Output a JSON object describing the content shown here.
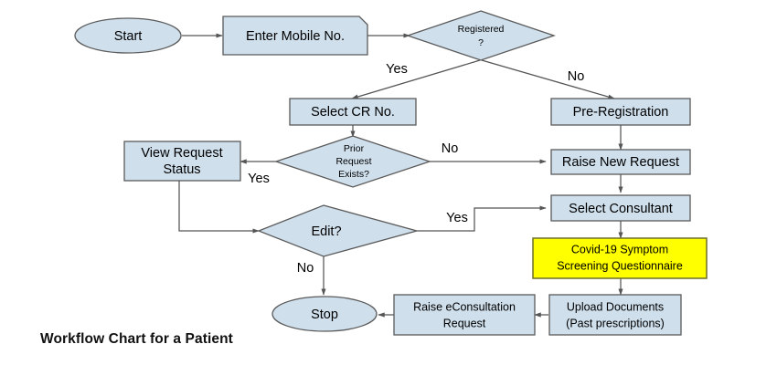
{
  "chart_data": {
    "type": "diagram",
    "title": "Workflow Chart for a Patient",
    "diagram_kind": "flowchart",
    "nodes": [
      {
        "id": "start",
        "label": "Start",
        "shape": "ellipse",
        "fill": "#cfdfec"
      },
      {
        "id": "enter_mobile",
        "label": "Enter Mobile No.",
        "shape": "note",
        "fill": "#cfdfec"
      },
      {
        "id": "registered",
        "label": "Registered\n?",
        "shape": "diamond",
        "fill": "#cfdfec"
      },
      {
        "id": "select_cr",
        "label": "Select CR No.",
        "shape": "rect",
        "fill": "#cfdfec"
      },
      {
        "id": "prereg",
        "label": "Pre-Registration",
        "shape": "rect",
        "fill": "#cfdfec"
      },
      {
        "id": "prior_req",
        "label": "Prior\nRequest\nExists?",
        "shape": "diamond",
        "fill": "#cfdfec"
      },
      {
        "id": "view_status",
        "label": "View Request\nStatus",
        "shape": "rect",
        "fill": "#cfdfec"
      },
      {
        "id": "raise_new",
        "label": "Raise New Request",
        "shape": "rect",
        "fill": "#cfdfec"
      },
      {
        "id": "edit",
        "label": "Edit?",
        "shape": "diamond",
        "fill": "#cfdfec"
      },
      {
        "id": "select_cons",
        "label": "Select Consultant",
        "shape": "rect",
        "fill": "#cfdfec"
      },
      {
        "id": "covid",
        "label": "Covid-19 Symptom\nScreening Questionnaire",
        "shape": "rect",
        "fill": "#ffff00"
      },
      {
        "id": "upload",
        "label": "Upload Documents\n(Past prescriptions)",
        "shape": "rect",
        "fill": "#cfdfec"
      },
      {
        "id": "raise_econs",
        "label": "Raise eConsultation\nRequest",
        "shape": "rect",
        "fill": "#cfdfec"
      },
      {
        "id": "stop",
        "label": "Stop",
        "shape": "ellipse",
        "fill": "#cfdfec"
      }
    ],
    "edges": [
      {
        "from": "start",
        "to": "enter_mobile",
        "label": ""
      },
      {
        "from": "enter_mobile",
        "to": "registered",
        "label": ""
      },
      {
        "from": "registered",
        "to": "select_cr",
        "label": "Yes"
      },
      {
        "from": "registered",
        "to": "prereg",
        "label": "No"
      },
      {
        "from": "select_cr",
        "to": "prior_req",
        "label": ""
      },
      {
        "from": "prior_req",
        "to": "view_status",
        "label": "Yes"
      },
      {
        "from": "prior_req",
        "to": "raise_new",
        "label": "No"
      },
      {
        "from": "prereg",
        "to": "raise_new",
        "label": ""
      },
      {
        "from": "view_status",
        "to": "edit",
        "label": ""
      },
      {
        "from": "edit",
        "to": "select_cons",
        "label": "Yes"
      },
      {
        "from": "edit",
        "to": "stop",
        "label": "No"
      },
      {
        "from": "raise_new",
        "to": "select_cons",
        "label": ""
      },
      {
        "from": "select_cons",
        "to": "covid",
        "label": ""
      },
      {
        "from": "covid",
        "to": "upload",
        "label": ""
      },
      {
        "from": "upload",
        "to": "raise_econs",
        "label": ""
      },
      {
        "from": "raise_econs",
        "to": "stop",
        "label": ""
      }
    ]
  },
  "nodes": {
    "start": "Start",
    "enter_mobile": "Enter Mobile No.",
    "registered_l1": "Registered",
    "registered_l2": "?",
    "select_cr": "Select CR No.",
    "prereg": "Pre-Registration",
    "prior_l1": "Prior",
    "prior_l2": "Request",
    "prior_l3": "Exists?",
    "view_l1": "View Request",
    "view_l2": "Status",
    "raise_new": "Raise New Request",
    "edit": "Edit?",
    "select_cons": "Select Consultant",
    "covid_l1": "Covid-19 Symptom",
    "covid_l2": "Screening Questionnaire",
    "upload_l1": "Upload Documents",
    "upload_l2": "(Past prescriptions)",
    "econs_l1": "Raise eConsultation",
    "econs_l2": "Request",
    "stop": "Stop"
  },
  "edge_labels": {
    "registered_yes": "Yes",
    "registered_no": "No",
    "prior_yes": "Yes",
    "prior_no": "No",
    "edit_yes": "Yes",
    "edit_no": "No"
  },
  "caption": {
    "text": "Workflow Chart for a Patient"
  },
  "colors": {
    "node_fill": "#cfdfec",
    "node_stroke": "#5a5a5a",
    "highlight_fill": "#ffff00",
    "highlight_stroke": "#6e6e2a",
    "edge_stroke": "#555555",
    "background": "#ffffff",
    "text": "#000000"
  }
}
